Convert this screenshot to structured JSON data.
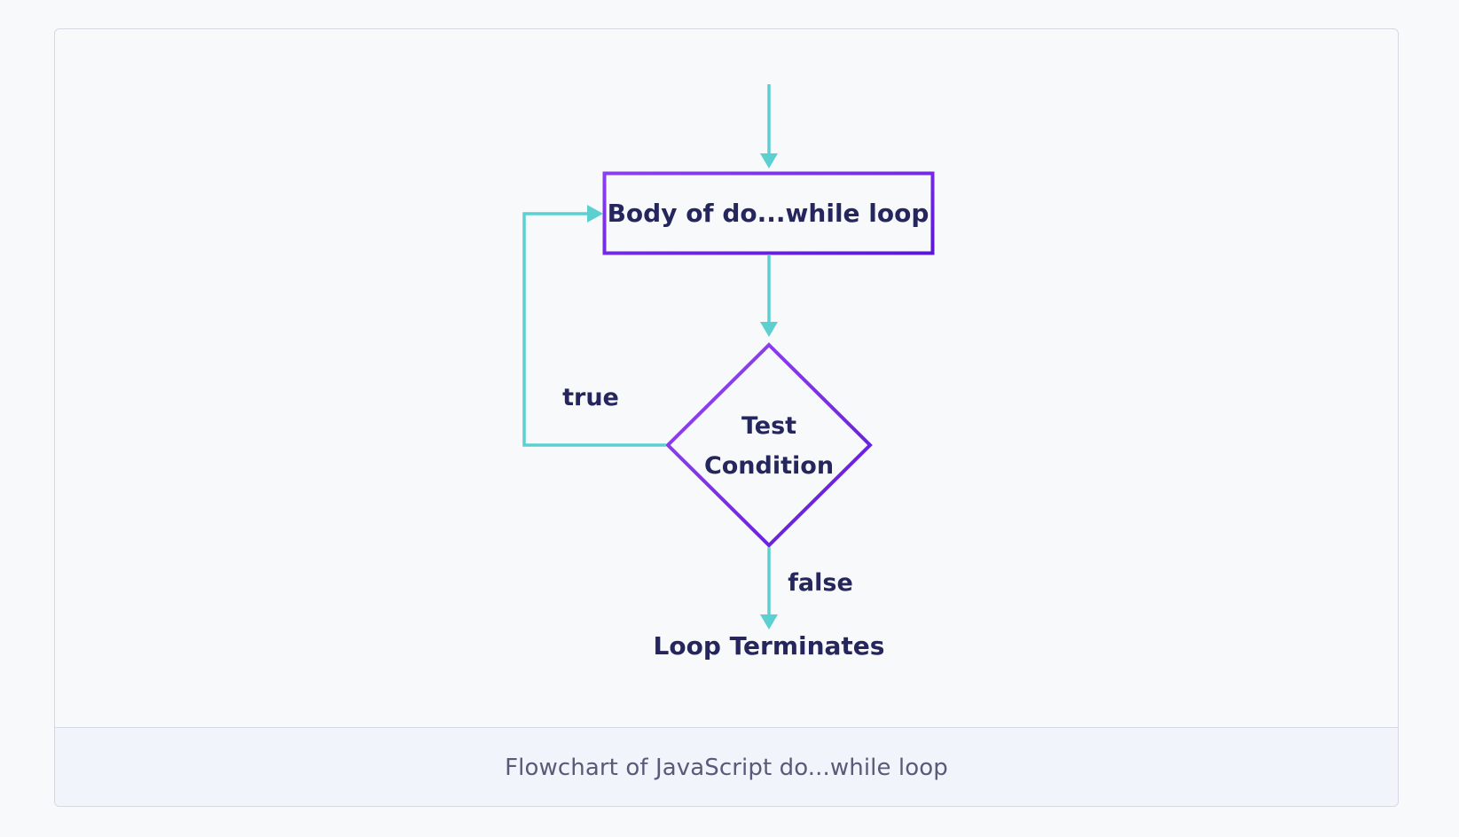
{
  "diagram": {
    "nodes": {
      "body": {
        "label": "Body of do...while loop"
      },
      "condition": {
        "line1": "Test",
        "line2": "Condition"
      },
      "terminal": {
        "label": "Loop Terminates"
      }
    },
    "edges": {
      "true_label": "true",
      "false_label": "false"
    },
    "colors": {
      "arrow": "#5ccfd0",
      "box_border": "#6c20e0",
      "text": "#25265e"
    }
  },
  "caption": "Flowchart of JavaScript do...while loop"
}
